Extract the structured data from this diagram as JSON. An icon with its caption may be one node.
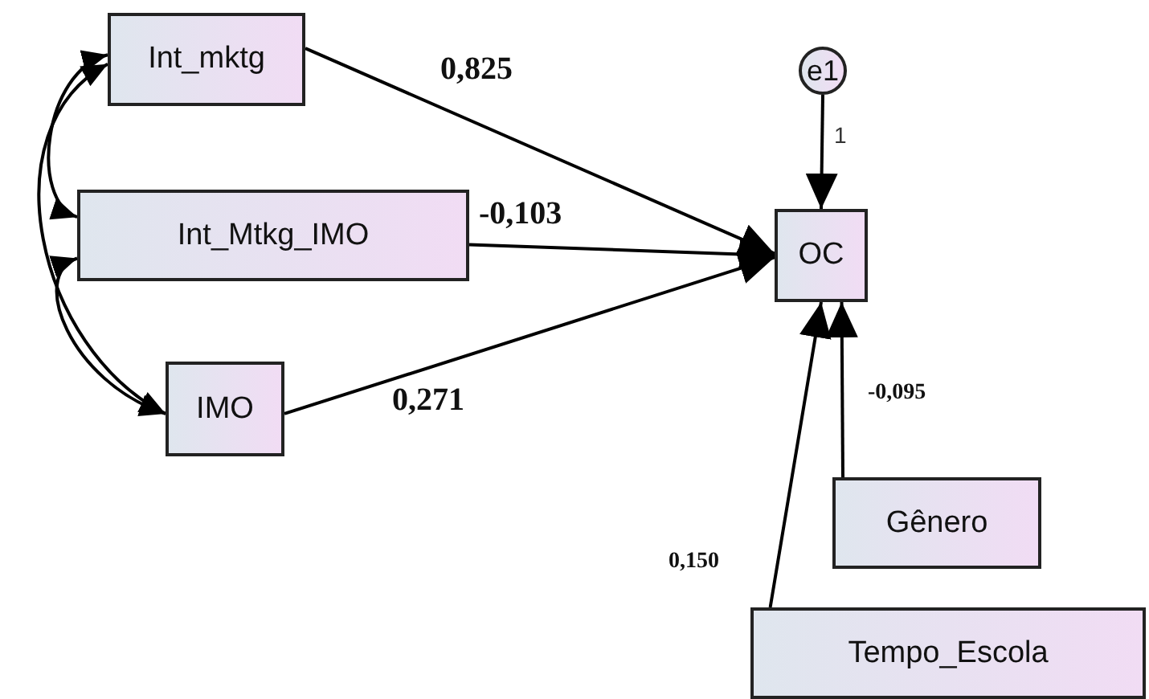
{
  "diagram": {
    "nodes": [
      {
        "text": [
          "Int_mktg"
        ]
      },
      {
        "text": [
          "Int_Mtkg_IMO"
        ]
      },
      {
        "text": [
          "IMO"
        ]
      },
      {
        "text": [
          "e1"
        ]
      },
      {
        "text": [
          "OC"
        ]
      },
      {
        "text": [
          "Gênero"
        ]
      },
      {
        "text": [
          "Tempo_Escola"
        ]
      }
    ],
    "edges": [
      {
        "from": 0,
        "to": 4,
        "arrow": "to",
        "label": "0,825"
      },
      {
        "from": 1,
        "to": 4,
        "arrow": "to",
        "label": "-0,103"
      },
      {
        "from": 2,
        "to": 4,
        "arrow": "to",
        "label": "0,271"
      },
      {
        "from": 3,
        "to": 4,
        "arrow": "to",
        "label": "1"
      },
      {
        "from": 5,
        "to": 4,
        "arrow": "to",
        "label": "-0,095"
      },
      {
        "from": 6,
        "to": 4,
        "arrow": "to",
        "label": "0,150"
      },
      {
        "from": 0,
        "to": 1,
        "arrow": "both"
      },
      {
        "from": 1,
        "to": 2,
        "arrow": "both"
      },
      {
        "from": 0,
        "to": 2,
        "arrow": "both"
      }
    ]
  }
}
